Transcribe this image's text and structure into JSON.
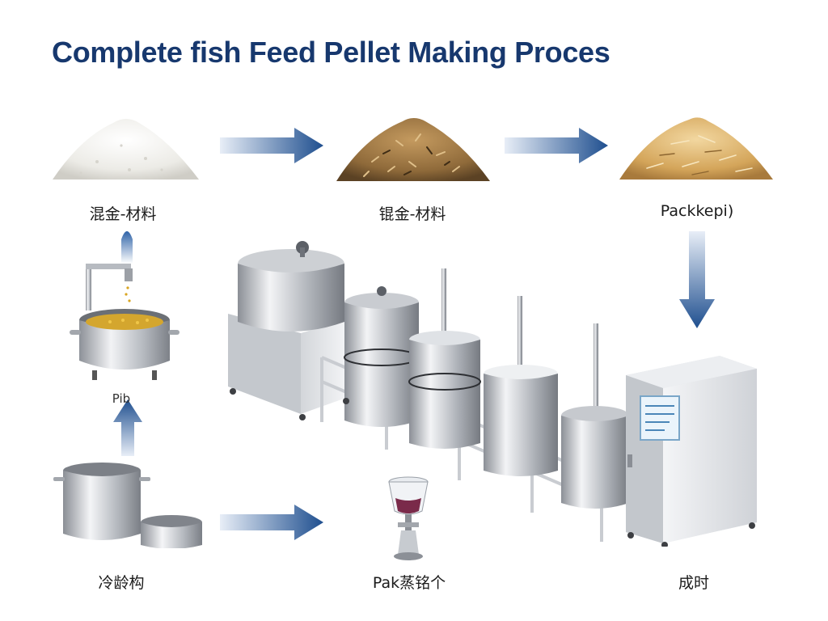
{
  "title": "Complete fish Feed Pellet Making Proces",
  "nodes": {
    "raw_powder": "混金-材料",
    "raw_grain": "锟金-材料",
    "raw_straw": "Packkepi)",
    "mixer": "Pib",
    "pots": "冷龄构",
    "filter": "Pak蒸铭个",
    "packing_machine": "成时"
  },
  "colors": {
    "arrow_dark": "#1f4f8f",
    "arrow_light": "#e8eef7",
    "title": "#17386e"
  },
  "icons": {
    "raw_powder": "white-powder-pile-icon",
    "raw_grain": "brown-grain-pile-icon",
    "raw_straw": "golden-straw-pile-icon",
    "mixer": "mixing-pot-icon",
    "pots": "steel-pots-icon",
    "filter": "glass-filter-icon",
    "line": "steel-tank-line-icon",
    "packing_machine": "packing-cabinet-icon"
  }
}
